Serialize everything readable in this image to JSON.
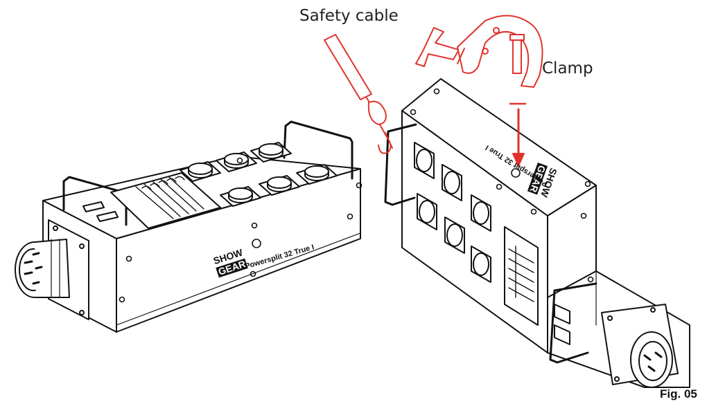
{
  "labels": {
    "safety_cable": "Safety cable",
    "clamp": "Clamp",
    "figure": "Fig. 05"
  },
  "device_left": {
    "brand_line1": "SHOW",
    "brand_line2": "GEAR",
    "model": "Powersplit 32 True I"
  },
  "device_right": {
    "brand_line1": "SHOW",
    "brand_line2": "GEAR",
    "model": "Powersplit 32 True I"
  },
  "colors": {
    "accent": "#e0322b",
    "line": "#111111"
  }
}
